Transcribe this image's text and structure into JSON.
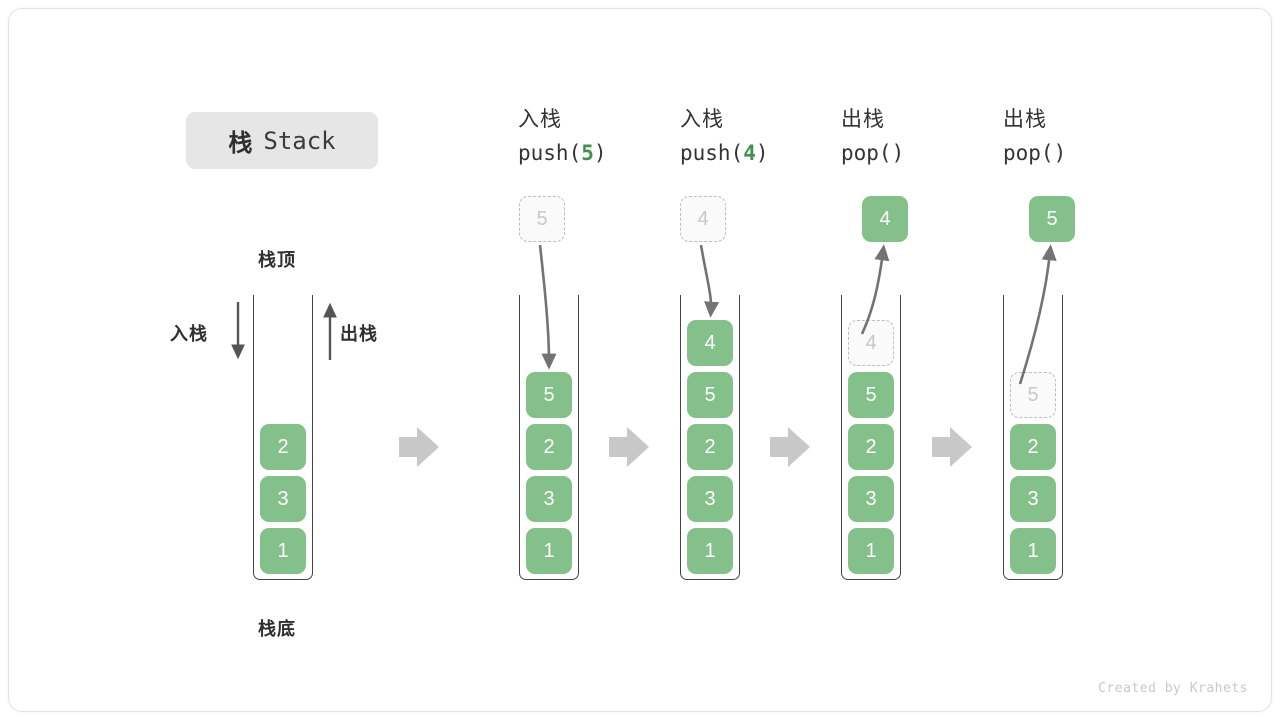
{
  "title_badge": {
    "cn": "栈",
    "en": "Stack"
  },
  "labels": {
    "top": "栈顶",
    "bottom": "栈底",
    "push_side": "入栈",
    "pop_side": "出栈"
  },
  "footer": "Created by Krahets",
  "colors": {
    "cell_fill": "#84c08a",
    "cell_text": "#ffffff",
    "ghost_fill": "#fafafa",
    "ghost_border": "#bdbdbd",
    "ghost_text": "#c8c8c8",
    "container_border": "#444444",
    "arrow_gray": "#c8c8c8",
    "curve_arrow": "#737373",
    "badge_bg": "#e6e6e6",
    "accent_green": "#42914c",
    "text_dark": "#2f2f2f",
    "footer_text": "#c9c9c9"
  },
  "stages": [
    {
      "id": "initial",
      "header_cn": "",
      "header_code_prefix": "",
      "header_code_arg": "",
      "header_code_suffix": "",
      "floating_cell": null,
      "ghost_cell": null,
      "cells": [
        "2",
        "3",
        "1"
      ]
    },
    {
      "id": "push-5",
      "header_cn": "入栈",
      "header_code_prefix": "push(",
      "header_code_arg": "5",
      "header_code_suffix": ")",
      "floating_cell": {
        "value": "5",
        "style": "ghost"
      },
      "ghost_cell": null,
      "cells": [
        "5",
        "2",
        "3",
        "1"
      ]
    },
    {
      "id": "push-4",
      "header_cn": "入栈",
      "header_code_prefix": "push(",
      "header_code_arg": "4",
      "header_code_suffix": ")",
      "floating_cell": {
        "value": "4",
        "style": "ghost"
      },
      "ghost_cell": null,
      "cells": [
        "4",
        "5",
        "2",
        "3",
        "1"
      ]
    },
    {
      "id": "pop-4",
      "header_cn": "出栈",
      "header_code_prefix": "pop(",
      "header_code_arg": "",
      "header_code_suffix": ")",
      "floating_cell": {
        "value": "4",
        "style": "filled"
      },
      "ghost_cell": {
        "value": "4"
      },
      "cells": [
        "5",
        "2",
        "3",
        "1"
      ]
    },
    {
      "id": "pop-5",
      "header_cn": "出栈",
      "header_code_prefix": "pop(",
      "header_code_arg": "",
      "header_code_suffix": ")",
      "floating_cell": {
        "value": "5",
        "style": "filled"
      },
      "ghost_cell": {
        "value": "5"
      },
      "cells": [
        "2",
        "3",
        "1"
      ]
    }
  ]
}
